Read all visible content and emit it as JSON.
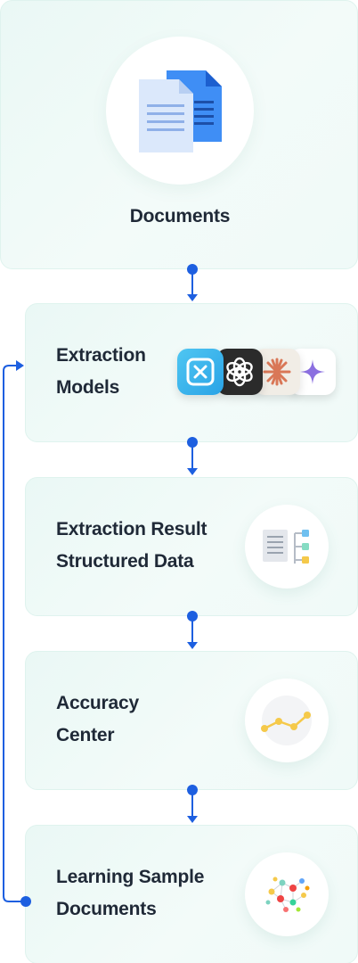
{
  "documents": {
    "title": "Documents",
    "icon": "documents-icon"
  },
  "steps": [
    {
      "line1": "Extraction",
      "line2": "Models",
      "icons": [
        "model-logo-1-icon",
        "openai-logo-icon",
        "claude-logo-icon",
        "gemini-logo-icon"
      ]
    },
    {
      "line1": "Extraction Result",
      "line2": "Structured Data",
      "icon": "structured-data-icon"
    },
    {
      "line1": "Accuracy",
      "line2": "Center",
      "icon": "accuracy-chart-icon"
    },
    {
      "line1": "Learning Sample",
      "line2": "Documents",
      "icon": "learning-network-icon"
    }
  ],
  "colors": {
    "accent": "#1d5fe0",
    "card_bg": "#eaf8f5",
    "text": "#1f2937"
  }
}
